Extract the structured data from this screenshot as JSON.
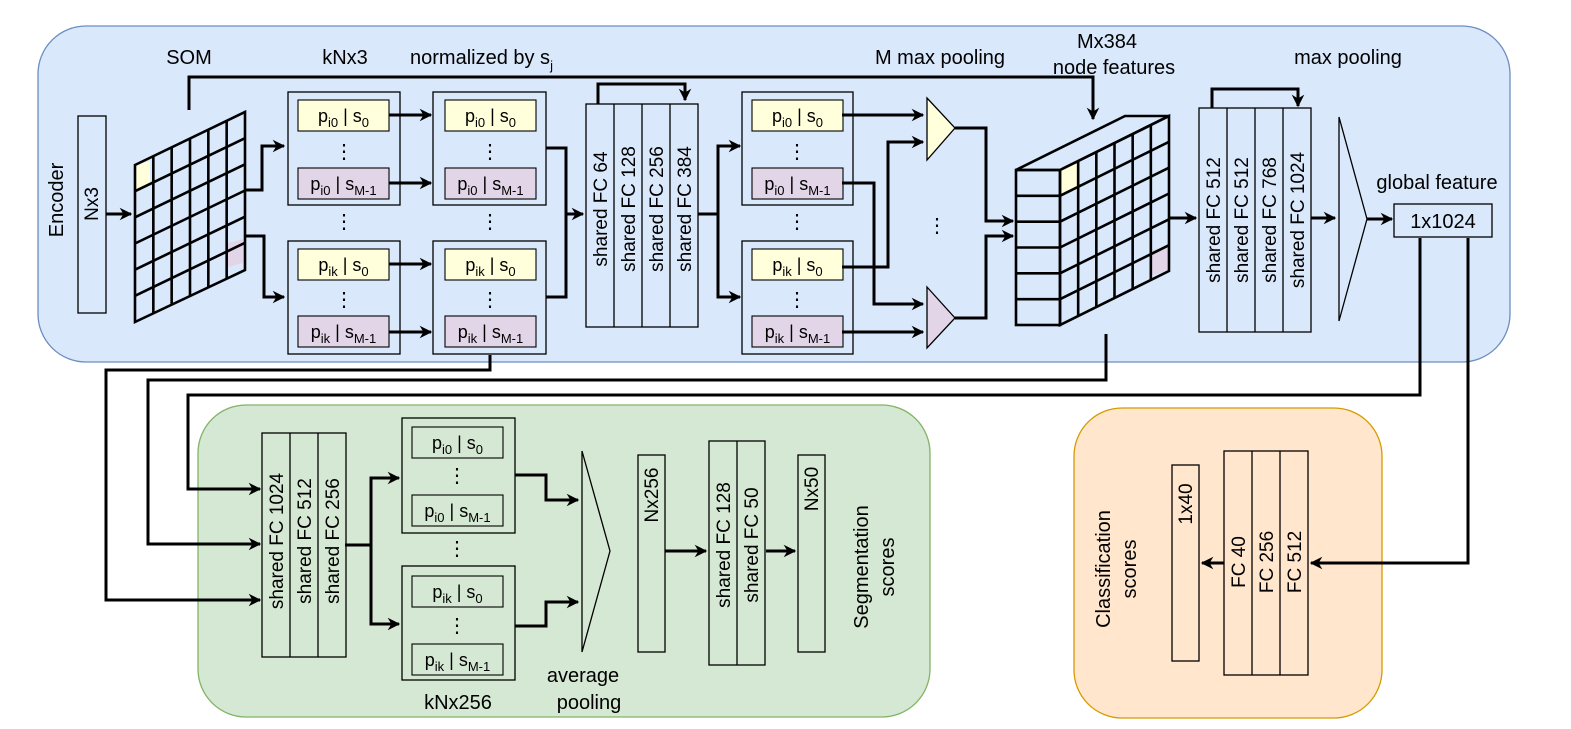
{
  "panels": {
    "encoder": {
      "label": "Encoder",
      "color": "#dae8fc",
      "border": "#6c8ebf"
    },
    "segmentation": {
      "label": "Segmentation\nscores",
      "color": "#d5e8d4",
      "border": "#82b366"
    },
    "classification": {
      "label": "Classification\nscores",
      "color": "#ffe6cc",
      "border": "#d79b00"
    }
  },
  "colors": {
    "yellow": "#ffffdb",
    "purple": "#e1d5e7"
  },
  "labels": {
    "som": "SOM",
    "knx3": "kNx3",
    "normalized_by": "normalized by s",
    "normalized_sub": "j",
    "m_max_pooling": "M max pooling",
    "mx384": "Mx384",
    "node_features": "node features",
    "max_pooling": "max pooling",
    "global_feature": "global feature",
    "knx256": "kNx256",
    "average": "average",
    "pooling": "pooling",
    "ellipsis": "⋮",
    "hellip": "…"
  },
  "boxes": {
    "nx3": "Nx3",
    "gf": "1x1024",
    "nx256": "Nx256",
    "nx50": "Nx50",
    "c40": "1x40"
  },
  "cells": {
    "i0_s0": {
      "p": "p",
      "p_sub": "i0",
      "bar": " | ",
      "s": "s",
      "s_sub": "0"
    },
    "i0_sm": {
      "p": "p",
      "p_sub": "i0",
      "bar": " | ",
      "s": "s",
      "s_sub": "M-1"
    },
    "ik_s0": {
      "p": "p",
      "p_sub": "ik",
      "bar": " | ",
      "s": "s",
      "s_sub": "0"
    },
    "ik_sm": {
      "p": "p",
      "p_sub": "ik",
      "bar": " | ",
      "s": "s",
      "s_sub": "M-1"
    }
  },
  "fc_stacks": {
    "enc1": [
      "shared FC 64",
      "shared FC 128",
      "shared FC 256",
      "shared FC 384"
    ],
    "enc2": [
      "shared FC 512",
      "shared FC 512",
      "shared FC 768",
      "shared FC 1024"
    ],
    "seg1": [
      "shared FC 1024",
      "shared FC 512",
      "shared FC 256"
    ],
    "seg2": [
      "shared FC 128",
      "shared FC 50"
    ],
    "cls": [
      "FC 40",
      "FC 256",
      "FC 512"
    ]
  }
}
